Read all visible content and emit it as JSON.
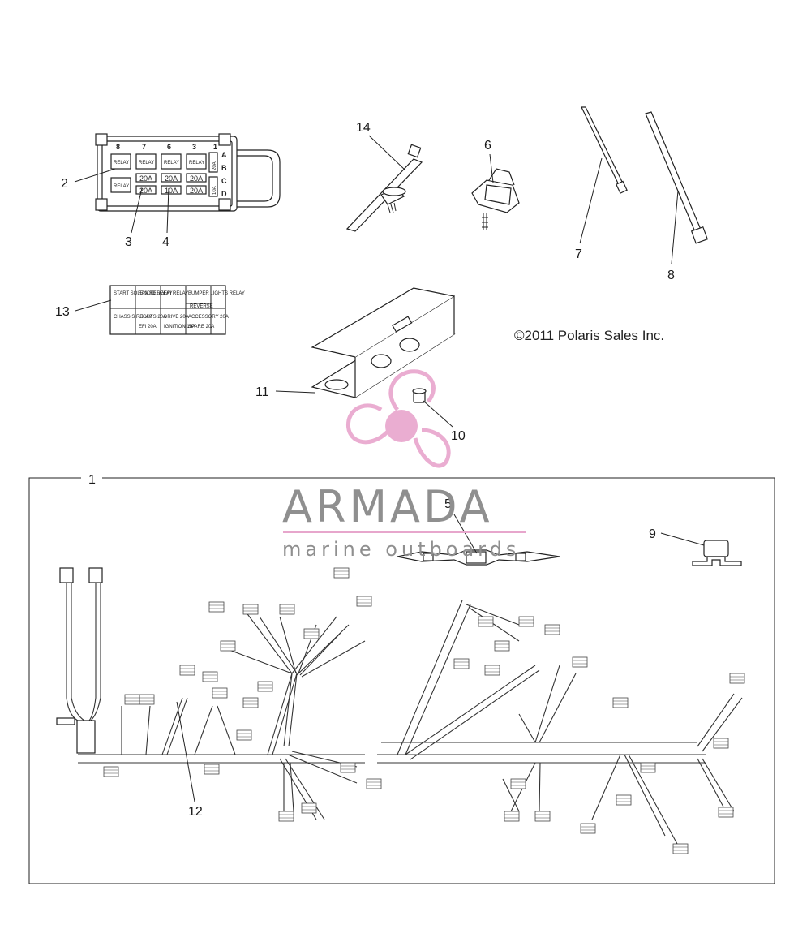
{
  "callouts": {
    "c1": "1",
    "c2": "2",
    "c3": "3",
    "c4": "4",
    "c5": "5",
    "c6": "6",
    "c7": "7",
    "c8": "8",
    "c9": "9",
    "c10": "10",
    "c11": "11",
    "c12": "12",
    "c13": "13",
    "c14": "14"
  },
  "copyright": "©2011 Polaris Sales Inc.",
  "watermark": {
    "title": "ARMADA",
    "subtitle": "marine outboards",
    "logo_color": "#e9a9cf",
    "text_color": "#8f8f8f",
    "rule_color": "#e7a6cc"
  },
  "fuse_box": {
    "slot_numbers": [
      "8",
      "7",
      "6",
      "3",
      "1"
    ],
    "row_letters": [
      "A",
      "B",
      "C",
      "D"
    ],
    "relay_labels": [
      "RELAY",
      "RELAY",
      "RELAY",
      "RELAY",
      "RELAY"
    ],
    "fuse_row1": [
      "20A",
      "20A",
      "20A"
    ],
    "fuse_row2": [
      "20A",
      "10A",
      "20A"
    ],
    "side_fuses": [
      "20A",
      "10A"
    ]
  },
  "fuse_label_card": {
    "row1": [
      "START SOLENOID RELAY",
      "FAN RELAY",
      "EFI RELAY",
      "BUMPER LIGHTS RELAY"
    ],
    "row1_extra": "REVERSE",
    "row2": [
      "CHASSIS RELAY",
      "LIGHTS 20A",
      "DRIVE 20A",
      "ACCESSORY 20A"
    ],
    "row3": [
      "",
      "EFI 20A",
      "IGNITION 10A",
      "SPARE 20A"
    ]
  }
}
